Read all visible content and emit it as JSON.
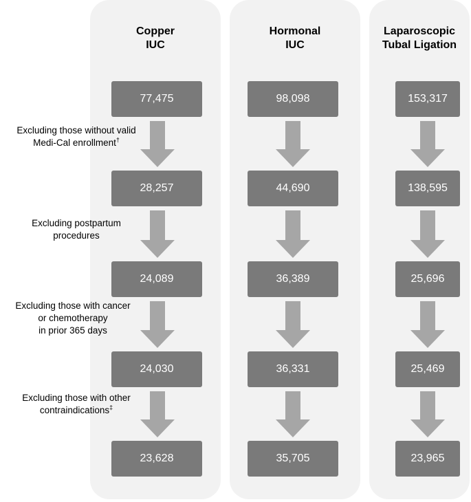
{
  "columns": [
    {
      "title": "Copper\nIUC",
      "counts": [
        "77,475",
        "28,257",
        "24,089",
        "24,030",
        "23,628"
      ]
    },
    {
      "title": "Hormonal\nIUC",
      "counts": [
        "98,098",
        "44,690",
        "36,389",
        "36,331",
        "35,705"
      ]
    },
    {
      "title": "Laparoscopic\nTubal Ligation",
      "counts": [
        "153,317",
        "138,595",
        "25,696",
        "25,469",
        "23,965"
      ]
    }
  ],
  "steps": [
    {
      "text": "Excluding those without valid\nMedi-Cal enrollment",
      "mark": "†"
    },
    {
      "text": "Excluding postpartum\nprocedures",
      "mark": ""
    },
    {
      "text": "Excluding those with cancer\nor chemotherapy\nin prior 365 days",
      "mark": ""
    },
    {
      "text": "Excluding those with other\ncontraindications",
      "mark": "‡"
    }
  ],
  "colors": {
    "panel": "#f2f2f2",
    "box": "#7a7a7a",
    "arrow": "#a6a6a6",
    "box_text": "#ffffff"
  }
}
